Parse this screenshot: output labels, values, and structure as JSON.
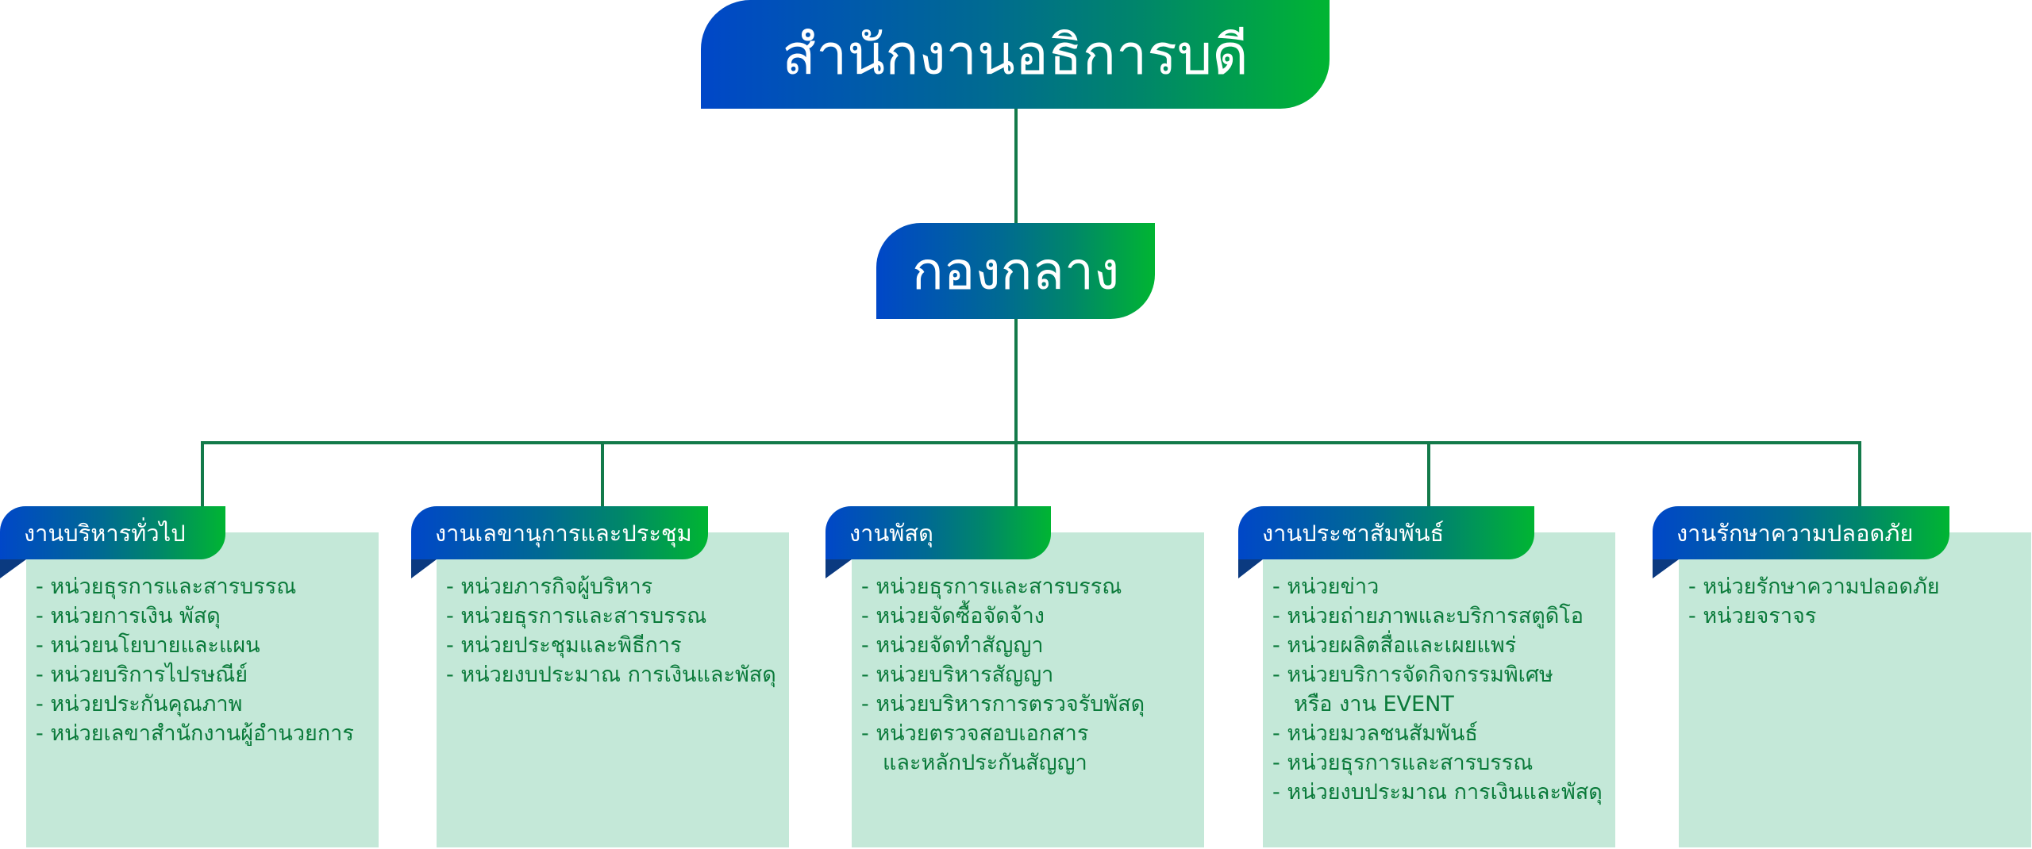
{
  "title": "สำนักงานอธิการบดี",
  "division": "กองกลาง",
  "sections": [
    {
      "name": "งานบริหารทั่วไป",
      "items": [
        "- หน่วยธุรการและสารบรรณ",
        "- หน่วยการเงิน พัสดุ",
        "- หน่วยนโยบายและแผน",
        "- หน่วยบริการไปรษณีย์",
        "- หน่วยประกันคุณภาพ",
        "- หน่วยเลขาสำนักงานผู้อำนวยการ"
      ]
    },
    {
      "name": "งานเลขานุการและประชุม",
      "items": [
        "- หน่วยภารกิจผู้บริหาร",
        "- หน่วยธุรการและสารบรรณ",
        "- หน่วยประชุมและพิธีการ",
        "- หน่วยงบประมาณ การเงินและพัสดุ"
      ]
    },
    {
      "name": "งานพัสดุ",
      "items": [
        "- หน่วยธุรการและสารบรรณ",
        "- หน่วยจัดซื้อจัดจ้าง",
        "- หน่วยจัดทำสัญญา",
        "- หน่วยบริหารสัญญา",
        "- หน่วยบริหารการตรวจรับพัสดุ",
        "- หน่วยตรวจสอบเอกสาร",
        "และหลักประกันสัญญา"
      ]
    },
    {
      "name": "งานประชาสัมพันธ์",
      "items": [
        "- หน่วยข่าว",
        "- หน่วยถ่ายภาพและบริการสตูดิโอ",
        "- หน่วยผลิตสื่อและเผยแพร่",
        "- หน่วยบริการจัดกิจกรรมพิเศษ",
        "หรือ งาน EVENT",
        "- หน่วยมวลชนสัมพันธ์",
        "- หน่วยธุรการและสารบรรณ",
        "- หน่วยงบประมาณ การเงินและพัสดุ"
      ]
    },
    {
      "name": "งานรักษาความปลอดภัย",
      "items": [
        "- หน่วยรักษาความปลอดภัย",
        "- หน่วยจราจร"
      ]
    }
  ],
  "colors": {
    "gradient_start": "#0047c8",
    "gradient_end": "#00b532",
    "box_fill": "#c4e8d8",
    "text": "#0a7a3a",
    "line": "#137a4a"
  }
}
